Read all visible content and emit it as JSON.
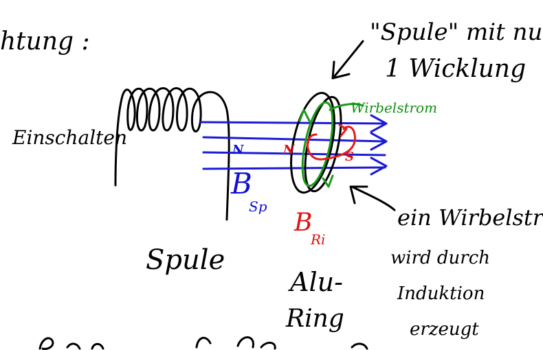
{
  "colors": {
    "ink": "#000000",
    "field_lines": "#1a1ad8",
    "ring_field": "#e41a1a",
    "eddy_current": "#1a9a1a",
    "background": "#ffffff"
  },
  "labels": {
    "heading_fragment": "htung :",
    "spule_note_line1": "\"Spule\" mit nur",
    "spule_note_line2": "1 Wicklung",
    "wirbelstrom": "Wirbelstrom",
    "einschalten": "Einschalten",
    "coil_pole": "N",
    "ring_pole_n": "N",
    "ring_pole_s": "S",
    "b_coil": "B",
    "b_coil_sub": "Sp",
    "b_ring": "B",
    "b_ring_sub": "Ri",
    "ein_wirbelstrom": "ein Wirbelstrom",
    "wird_durch": "wird durch",
    "induktion": "Induktion",
    "erzeugt": "erzeugt",
    "spule": "Spule",
    "alu": "Alu-",
    "ring": "Ring"
  }
}
